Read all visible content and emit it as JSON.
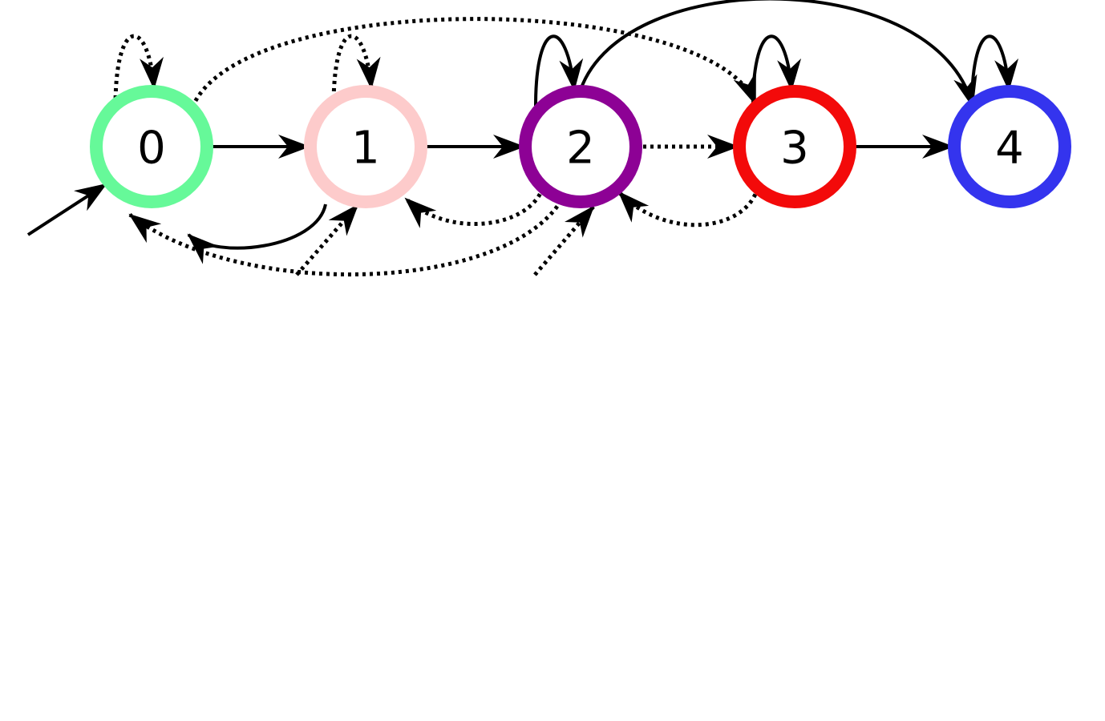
{
  "diagram": {
    "states": [
      {
        "id": "0",
        "label": "0",
        "color": "#66f999"
      },
      {
        "id": "1",
        "label": "1",
        "color": "#fdcbcb"
      },
      {
        "id": "2",
        "label": "2",
        "color": "#8d0195"
      },
      {
        "id": "3",
        "label": "3",
        "color": "#f30a0a"
      },
      {
        "id": "4",
        "label": "4",
        "color": "#3434ee"
      }
    ],
    "start_state": "0",
    "transitions": [
      {
        "from": "0",
        "to": "0",
        "style": "dotted"
      },
      {
        "from": "0",
        "to": "1",
        "style": "solid"
      },
      {
        "from": "0",
        "to": "3",
        "style": "dotted"
      },
      {
        "from": "1",
        "to": "0",
        "style": "solid"
      },
      {
        "from": "1",
        "to": "1",
        "style": "dotted"
      },
      {
        "from": "1",
        "to": "2",
        "style": "solid"
      },
      {
        "from": "2",
        "to": "0",
        "style": "dotted"
      },
      {
        "from": "2",
        "to": "1",
        "style": "dotted"
      },
      {
        "from": "2",
        "to": "2",
        "style": "solid"
      },
      {
        "from": "2",
        "to": "3",
        "style": "dotted"
      },
      {
        "from": "2",
        "to": "4",
        "style": "solid"
      },
      {
        "from": "3",
        "to": "2",
        "style": "dotted"
      },
      {
        "from": "3",
        "to": "3",
        "style": "solid"
      },
      {
        "from": "3",
        "to": "4",
        "style": "solid"
      },
      {
        "from": "4",
        "to": "4",
        "style": "solid"
      },
      {
        "from": "external",
        "to": "1",
        "style": "dotted"
      },
      {
        "from": "external",
        "to": "2",
        "style": "dotted"
      }
    ]
  }
}
